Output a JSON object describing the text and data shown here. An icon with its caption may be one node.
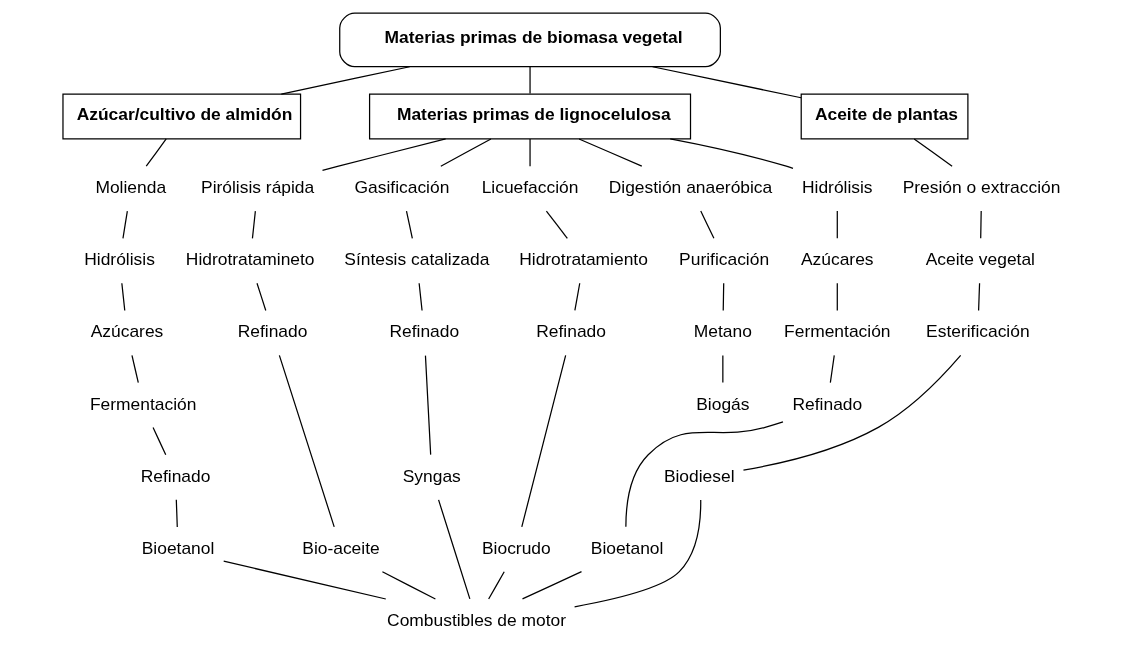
{
  "diagram": {
    "nodes": [
      {
        "text": [
          "Materias primas de biomasa vegetal"
        ]
      },
      {
        "text": [
          "Azúcar/cultivo de almidón"
        ]
      },
      {
        "text": [
          "Materias primas de lignocelulosa"
        ]
      },
      {
        "text": [
          "Aceite de plantas"
        ]
      },
      {
        "text": [
          "Molienda"
        ]
      },
      {
        "text": [
          "Hidrólisis"
        ]
      },
      {
        "text": [
          "Azúcares"
        ]
      },
      {
        "text": [
          "Fermentación"
        ]
      },
      {
        "text": [
          "Refinado"
        ]
      },
      {
        "text": [
          "Bioetanol"
        ]
      },
      {
        "text": [
          "Pirólisis rápida"
        ]
      },
      {
        "text": [
          "Hidrotratamineto"
        ]
      },
      {
        "text": [
          "Refinado"
        ]
      },
      {
        "text": [
          "Bio-aceite"
        ]
      },
      {
        "text": [
          "Gasificación"
        ]
      },
      {
        "text": [
          "Síntesis catalizada"
        ]
      },
      {
        "text": [
          "Refinado"
        ]
      },
      {
        "text": [
          "Syngas"
        ]
      },
      {
        "text": [
          "Licuefacción"
        ]
      },
      {
        "text": [
          "Hidrotratamiento"
        ]
      },
      {
        "text": [
          "Refinado"
        ]
      },
      {
        "text": [
          "Biocrudo"
        ]
      },
      {
        "text": [
          "Digestión anaeróbica"
        ]
      },
      {
        "text": [
          "Purificación"
        ]
      },
      {
        "text": [
          "Metano"
        ]
      },
      {
        "text": [
          "Biogás"
        ]
      },
      {
        "text": [
          "Hidrólisis"
        ]
      },
      {
        "text": [
          "Azúcares"
        ]
      },
      {
        "text": [
          "Fermentación"
        ]
      },
      {
        "text": [
          "Refinado"
        ]
      },
      {
        "text": [
          "Bioetanol"
        ]
      },
      {
        "text": [
          "Presión o extracción"
        ]
      },
      {
        "text": [
          "Aceite vegetal"
        ]
      },
      {
        "text": [
          "Esterificación"
        ]
      },
      {
        "text": [
          "Biodiesel"
        ]
      },
      {
        "text": [
          "Combustibles de motor"
        ]
      }
    ],
    "edges": [
      {
        "from": 0,
        "to": 1,
        "arrow": "none"
      },
      {
        "from": 0,
        "to": 2,
        "arrow": "none"
      },
      {
        "from": 0,
        "to": 3,
        "arrow": "none"
      },
      {
        "from": 1,
        "to": 4,
        "arrow": "none"
      },
      {
        "from": 4,
        "to": 5,
        "arrow": "none"
      },
      {
        "from": 5,
        "to": 6,
        "arrow": "none"
      },
      {
        "from": 6,
        "to": 7,
        "arrow": "none"
      },
      {
        "from": 7,
        "to": 8,
        "arrow": "none"
      },
      {
        "from": 8,
        "to": 9,
        "arrow": "none"
      },
      {
        "from": 9,
        "to": 35,
        "arrow": "none"
      },
      {
        "from": 2,
        "to": 10,
        "arrow": "none"
      },
      {
        "from": 10,
        "to": 11,
        "arrow": "none"
      },
      {
        "from": 11,
        "to": 12,
        "arrow": "none"
      },
      {
        "from": 12,
        "to": 13,
        "arrow": "none"
      },
      {
        "from": 13,
        "to": 35,
        "arrow": "none"
      },
      {
        "from": 2,
        "to": 14,
        "arrow": "none"
      },
      {
        "from": 14,
        "to": 15,
        "arrow": "none"
      },
      {
        "from": 15,
        "to": 16,
        "arrow": "none"
      },
      {
        "from": 16,
        "to": 17,
        "arrow": "none"
      },
      {
        "from": 17,
        "to": 35,
        "arrow": "none"
      },
      {
        "from": 2,
        "to": 18,
        "arrow": "none"
      },
      {
        "from": 18,
        "to": 19,
        "arrow": "none"
      },
      {
        "from": 19,
        "to": 20,
        "arrow": "none"
      },
      {
        "from": 20,
        "to": 21,
        "arrow": "none"
      },
      {
        "from": 21,
        "to": 35,
        "arrow": "none"
      },
      {
        "from": 2,
        "to": 22,
        "arrow": "none"
      },
      {
        "from": 22,
        "to": 23,
        "arrow": "none"
      },
      {
        "from": 23,
        "to": 24,
        "arrow": "none"
      },
      {
        "from": 24,
        "to": 25,
        "arrow": "none"
      },
      {
        "from": 2,
        "to": 26,
        "arrow": "none"
      },
      {
        "from": 26,
        "to": 27,
        "arrow": "none"
      },
      {
        "from": 27,
        "to": 28,
        "arrow": "none"
      },
      {
        "from": 28,
        "to": 29,
        "arrow": "none"
      },
      {
        "from": 29,
        "to": 30,
        "arrow": "none"
      },
      {
        "from": 30,
        "to": 35,
        "arrow": "none"
      },
      {
        "from": 3,
        "to": 31,
        "arrow": "none"
      },
      {
        "from": 31,
        "to": 32,
        "arrow": "none"
      },
      {
        "from": 32,
        "to": 33,
        "arrow": "none"
      },
      {
        "from": 33,
        "to": 34,
        "arrow": "none"
      },
      {
        "from": 34,
        "to": 35,
        "arrow": "none"
      }
    ]
  }
}
